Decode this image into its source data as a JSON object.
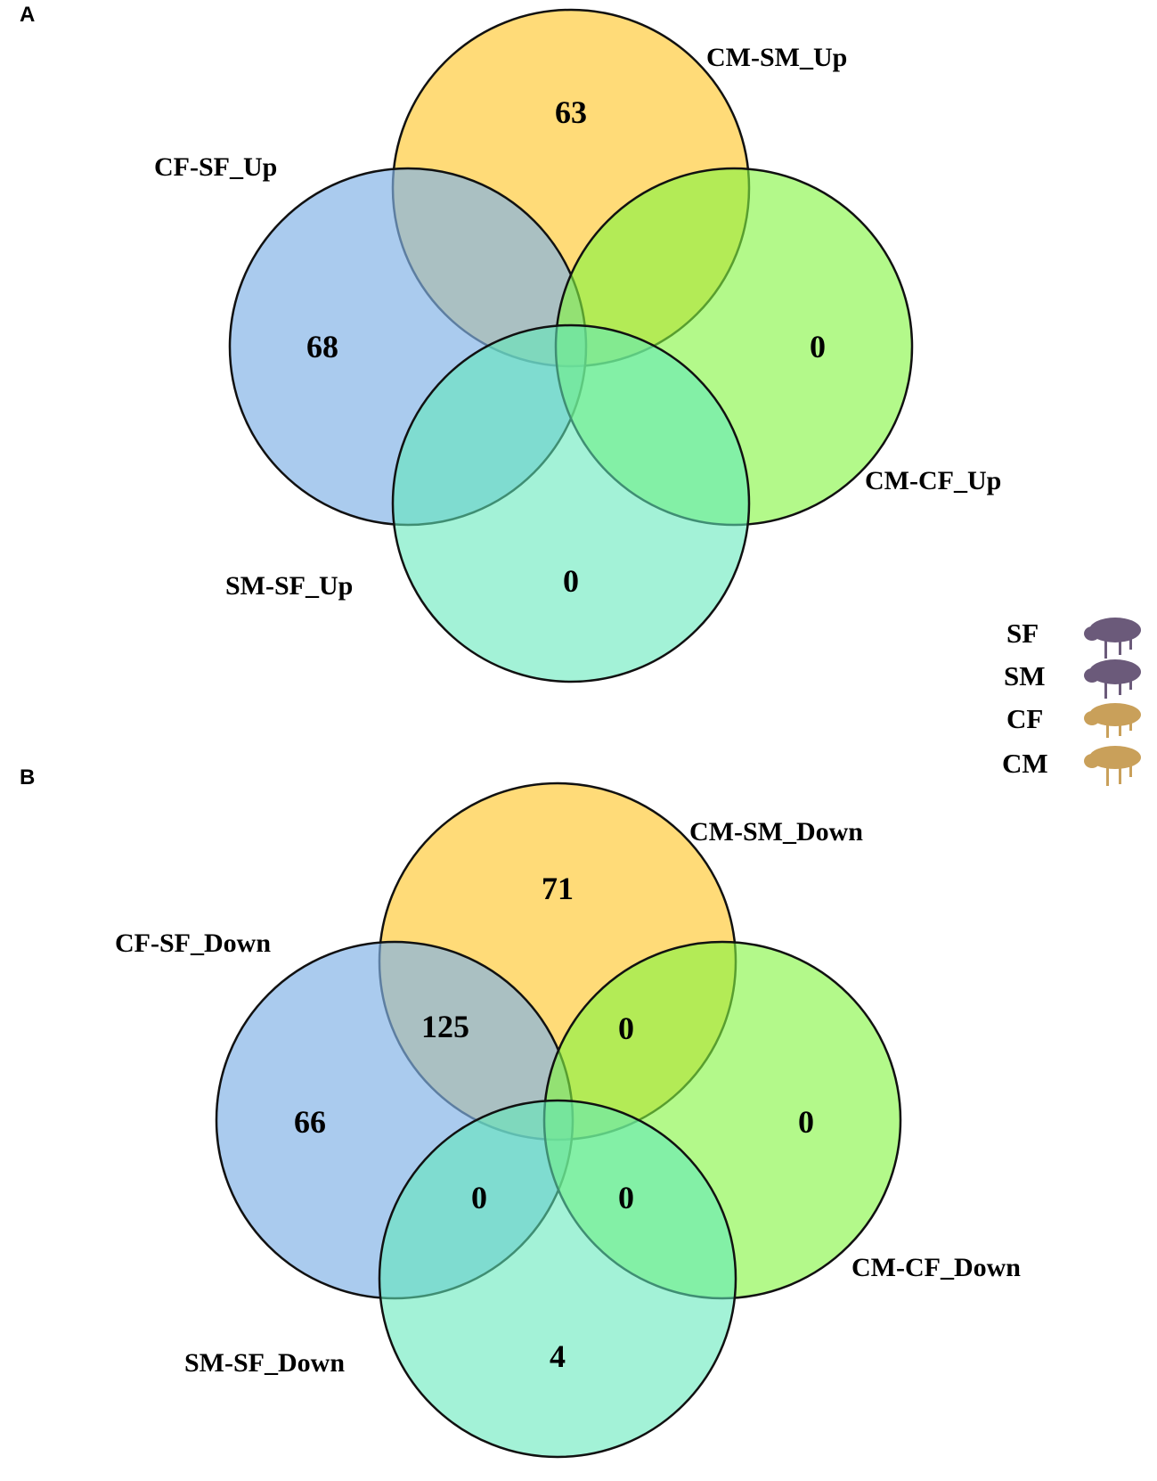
{
  "panels": [
    {
      "letter": "A",
      "sets": [
        {
          "label": "CM-SM_Up",
          "color": "#FFD152"
        },
        {
          "label": "CF-SF_Up",
          "color": "#82B3E6"
        },
        {
          "label": "CM-CF_Up",
          "color": "#85F542"
        },
        {
          "label": "SM-SF_Up",
          "color": "#60E8BA"
        }
      ],
      "counts": {
        "cm_sm_only": "63",
        "cf_sf_only": "68",
        "cm_cf_only": "0",
        "sm_sf_only": "0"
      }
    },
    {
      "letter": "B",
      "sets": [
        {
          "label": "CM-SM_Down",
          "color": "#FFD152"
        },
        {
          "label": "CF-SF_Down",
          "color": "#82B3E6"
        },
        {
          "label": "CM-CF_Down",
          "color": "#85F542"
        },
        {
          "label": "SM-SF_Down",
          "color": "#60E8BA"
        }
      ],
      "counts": {
        "cm_sm_only": "71",
        "cf_sf_only": "66",
        "cm_cf_only": "0",
        "sm_sf_only": "4",
        "cm_sm_cf_sf": "125",
        "cm_sm_cm_cf": "0",
        "cf_sf_sm_sf": "0",
        "cm_cf_sm_sf": "0"
      }
    }
  ],
  "legend": [
    {
      "label": "SF",
      "icon": "dark-insect-icon",
      "color": "#6B5A7A"
    },
    {
      "label": "SM",
      "icon": "dark-insect-icon",
      "color": "#6B5A7A"
    },
    {
      "label": "CF",
      "icon": "tan-insect-icon",
      "color": "#C9A05A"
    },
    {
      "label": "CM",
      "icon": "tan-insect-icon",
      "color": "#C9A05A"
    }
  ]
}
